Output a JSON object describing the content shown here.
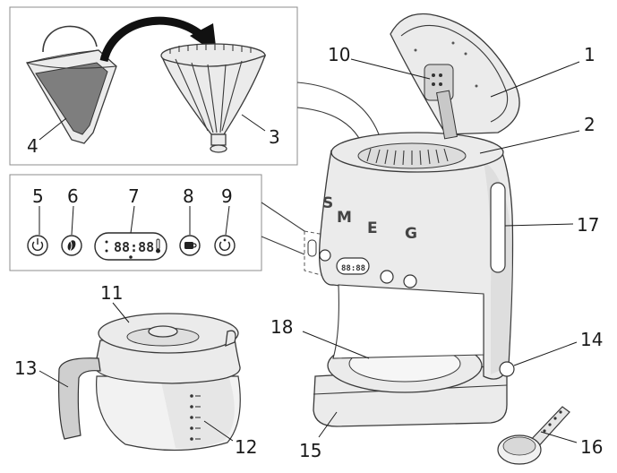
{
  "callouts": [
    {
      "id": "1",
      "label": "1"
    },
    {
      "id": "2",
      "label": "2"
    },
    {
      "id": "3",
      "label": "3"
    },
    {
      "id": "4",
      "label": "4"
    },
    {
      "id": "5",
      "label": "5"
    },
    {
      "id": "6",
      "label": "6"
    },
    {
      "id": "7",
      "label": "7"
    },
    {
      "id": "8",
      "label": "8"
    },
    {
      "id": "9",
      "label": "9"
    },
    {
      "id": "10",
      "label": "10"
    },
    {
      "id": "11",
      "label": "11"
    },
    {
      "id": "12",
      "label": "12"
    },
    {
      "id": "13",
      "label": "13"
    },
    {
      "id": "14",
      "label": "14"
    },
    {
      "id": "15",
      "label": "15"
    },
    {
      "id": "16",
      "label": "16"
    },
    {
      "id": "17",
      "label": "17"
    },
    {
      "id": "18",
      "label": "18"
    }
  ],
  "panel_display": {
    "digits": "88:88",
    "mini_display": "88:88"
  },
  "brand_logo": {
    "letters": [
      "S",
      "M",
      "E",
      "G"
    ]
  },
  "colors": {
    "line": "#1a1a1a",
    "frame": "#8c8c8c",
    "body": "#ebebeb",
    "arrow": "#111111"
  },
  "icons": {
    "button_5": "power-icon",
    "button_6": "coffee-bean-icon",
    "button_8": "cup-icon",
    "button_9": "timer-icon",
    "thermo": "thermometer-icon"
  }
}
